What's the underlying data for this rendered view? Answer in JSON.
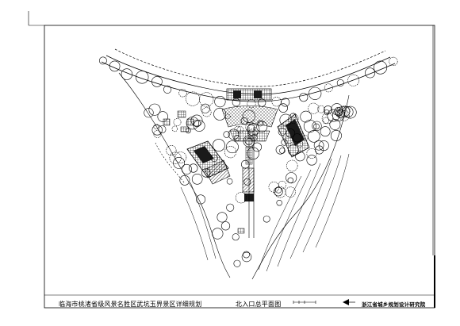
{
  "title_block": {
    "project_title": "临海市桃渚省级风景名胜区武坑玉界景区详细规划",
    "drawing_title": "北入口总平面图",
    "institute": "浙江省城乡规划设计研究院"
  },
  "colors": {
    "ink": "#000000",
    "paper": "#ffffff",
    "fill_building": "#1a1a1a",
    "fill_hatch": "#555555"
  },
  "icons": {
    "north_arrow": "north-arrow-icon",
    "scale_bar": "scale-bar-icon"
  }
}
